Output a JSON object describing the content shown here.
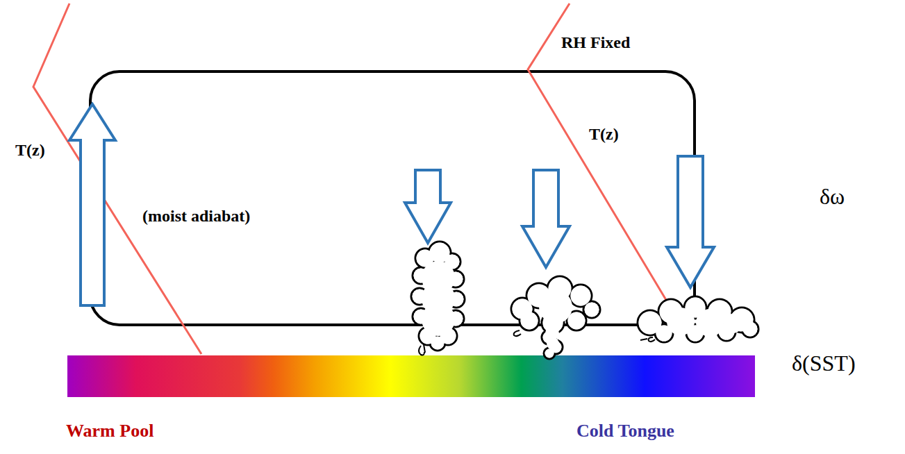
{
  "diagram": {
    "labels": [
      "T(z)",
      "(moist adiabat)",
      "RH Fixed",
      "T(z)",
      "δω",
      "δ(SST)",
      "Warm Pool",
      "Cold Tongue"
    ]
  }
}
